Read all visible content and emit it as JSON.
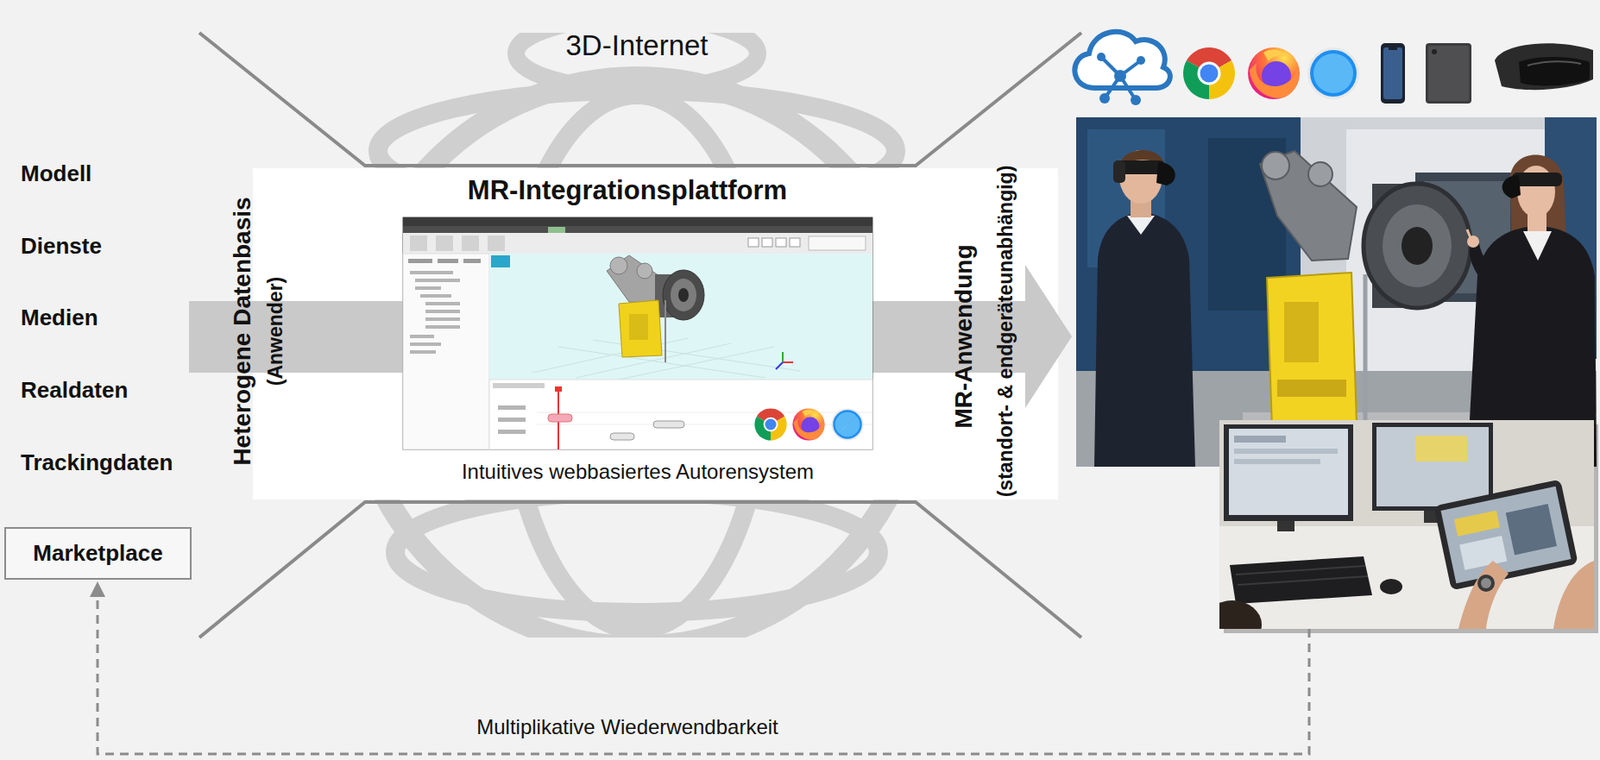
{
  "diagram": {
    "nodes": [
      {
        "text": [
          "Heterogene Datenbasis",
          "(Anwender)",
          "MR-Integrationsplattform",
          "Intuitives webbasiertes Autorensystem",
          "MR-Anwendung",
          "(standort- & endgeräteunabhängig)"
        ]
      },
      {
        "text": [
          "Marketplace"
        ]
      }
    ],
    "labels": [
      "3D-Internet",
      "Modell",
      "Dienste",
      "Medien",
      "Realdaten",
      "Trackingdaten",
      "Multiplikative Wiederwendbarkeit"
    ]
  }
}
